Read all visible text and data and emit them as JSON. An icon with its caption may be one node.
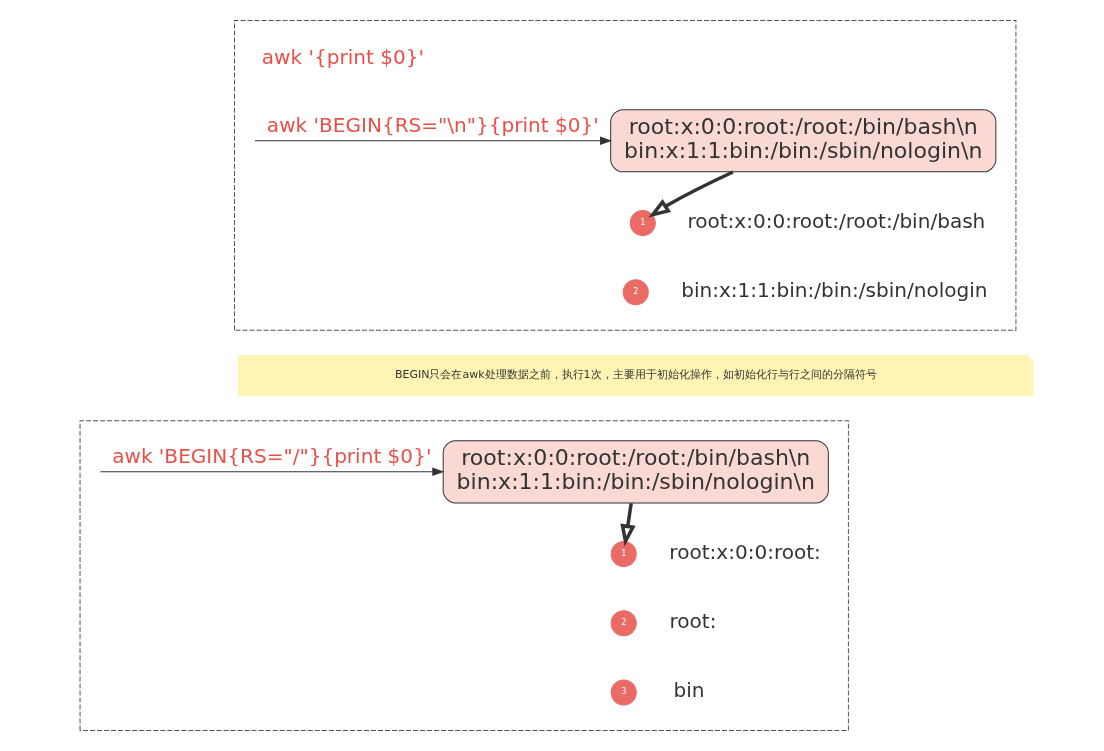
{
  "diagram": {
    "nodes": [
      {
        "text": [],
        "shape": "box"
      },
      {
        "text": [
          "root:x:0:0:root:/root:/bin/bash\\n",
          "bin:x:1:1:bin:/bin:/sbin/nologin\\n"
        ],
        "in": 0
      },
      {
        "text": [
          "1"
        ],
        "in": 0,
        "beside": [
          "root:x:0:0:root:/root:/bin/bash"
        ]
      },
      {
        "text": [
          "2"
        ],
        "in": 0,
        "beside": [
          "bin:x:1:1:bin:/bin:/sbin/nologin"
        ]
      },
      {
        "text": [
          "BEGIN只会在awk处理数据之前，执行1次，主要用于初始化操作，如初始化行与行之间的分隔符号"
        ]
      },
      {
        "text": [],
        "shape": "box"
      },
      {
        "text": [
          "root:x:0:0:root:/root:/bin/bash\\n",
          "bin:x:1:1:bin:/bin:/sbin/nologin\\n"
        ],
        "in": 5
      },
      {
        "text": [
          "1"
        ],
        "in": 5,
        "beside": [
          "root:x:0:0:root:"
        ]
      },
      {
        "text": [
          "2"
        ],
        "in": 5,
        "beside": [
          "root:"
        ]
      },
      {
        "text": [
          "3"
        ],
        "in": 5,
        "beside": [
          "bin"
        ]
      }
    ],
    "edges": [
      {
        "from": null,
        "to": 1,
        "arrow": "to",
        "label": "awk 'BEGIN{RS=\"\\n\"}{print $0}'"
      },
      {
        "from": 1,
        "to": 2,
        "arrow": "to",
        "style": "thick"
      },
      {
        "from": null,
        "to": 6,
        "arrow": "to",
        "label": "awk 'BEGIN{RS=\"/\"}{print $0}'"
      },
      {
        "from": 6,
        "to": 7,
        "arrow": "to",
        "style": "thick"
      }
    ],
    "labels": [
      "awk '{print $0}'"
    ]
  }
}
